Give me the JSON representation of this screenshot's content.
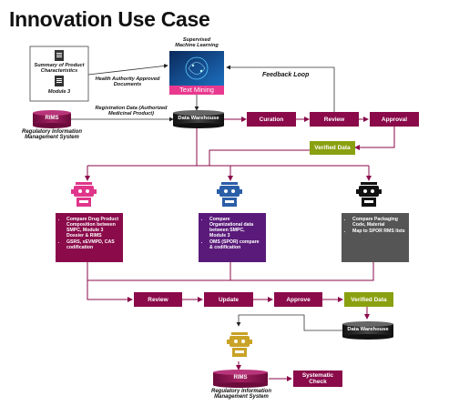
{
  "title": "Innovation Use Case",
  "ml": {
    "caption_line1": "Supervised",
    "caption_line2": "Machine Learning",
    "label": "Text Mining"
  },
  "docs": {
    "item1_line1": "Summary of Product",
    "item1_line2": "Characteristics",
    "item2": "Module 3"
  },
  "labels": {
    "health_line1": "Health Authority Approved",
    "health_line2": "Documents",
    "feedback": "Feedback Loop",
    "registration_line1": "Registration Data (Authorized",
    "registration_line2": "Medicinal Product)"
  },
  "rims_top": {
    "label": "RIMS",
    "caption_line1": "Regulatory Information",
    "caption_line2": "Management System"
  },
  "dw_top": "Data Warehouse",
  "pipeline": {
    "curation": "Curation",
    "review": "Review",
    "approval": "Approval",
    "verified": "Verified Data"
  },
  "panels": {
    "left": [
      "Compare Drug Product Composition between SMPC, Module 3 Dossier & RIMS",
      "GSRS, xEVMPD, CAS codification"
    ],
    "middle": [
      "Compare Organizational data between SMPC, Module 3",
      "OMS (SPOR) compare & codification"
    ],
    "right": [
      "Compare Packaging Code, Material",
      "Map to SPOR RMS lists"
    ]
  },
  "bottom_flow": {
    "review": "Review",
    "update": "Update",
    "approve": "Approve",
    "verified": "Verified Data"
  },
  "dw_bottom": "Data Warehouse",
  "rims_bottom": {
    "label": "RIMS",
    "caption_line1": "Regulatory Information",
    "caption_line2": "Management System"
  },
  "systematic_check_line1": "Systematic",
  "systematic_check_line2": "Check",
  "colors": {
    "magenta": "#8a0a4a",
    "olive": "#8aa010",
    "purple": "#5a1a7a",
    "grey": "#555555",
    "pink_robot": "#e0358a",
    "blue_robot": "#2a5ea8",
    "gold_robot": "#c9a227"
  }
}
